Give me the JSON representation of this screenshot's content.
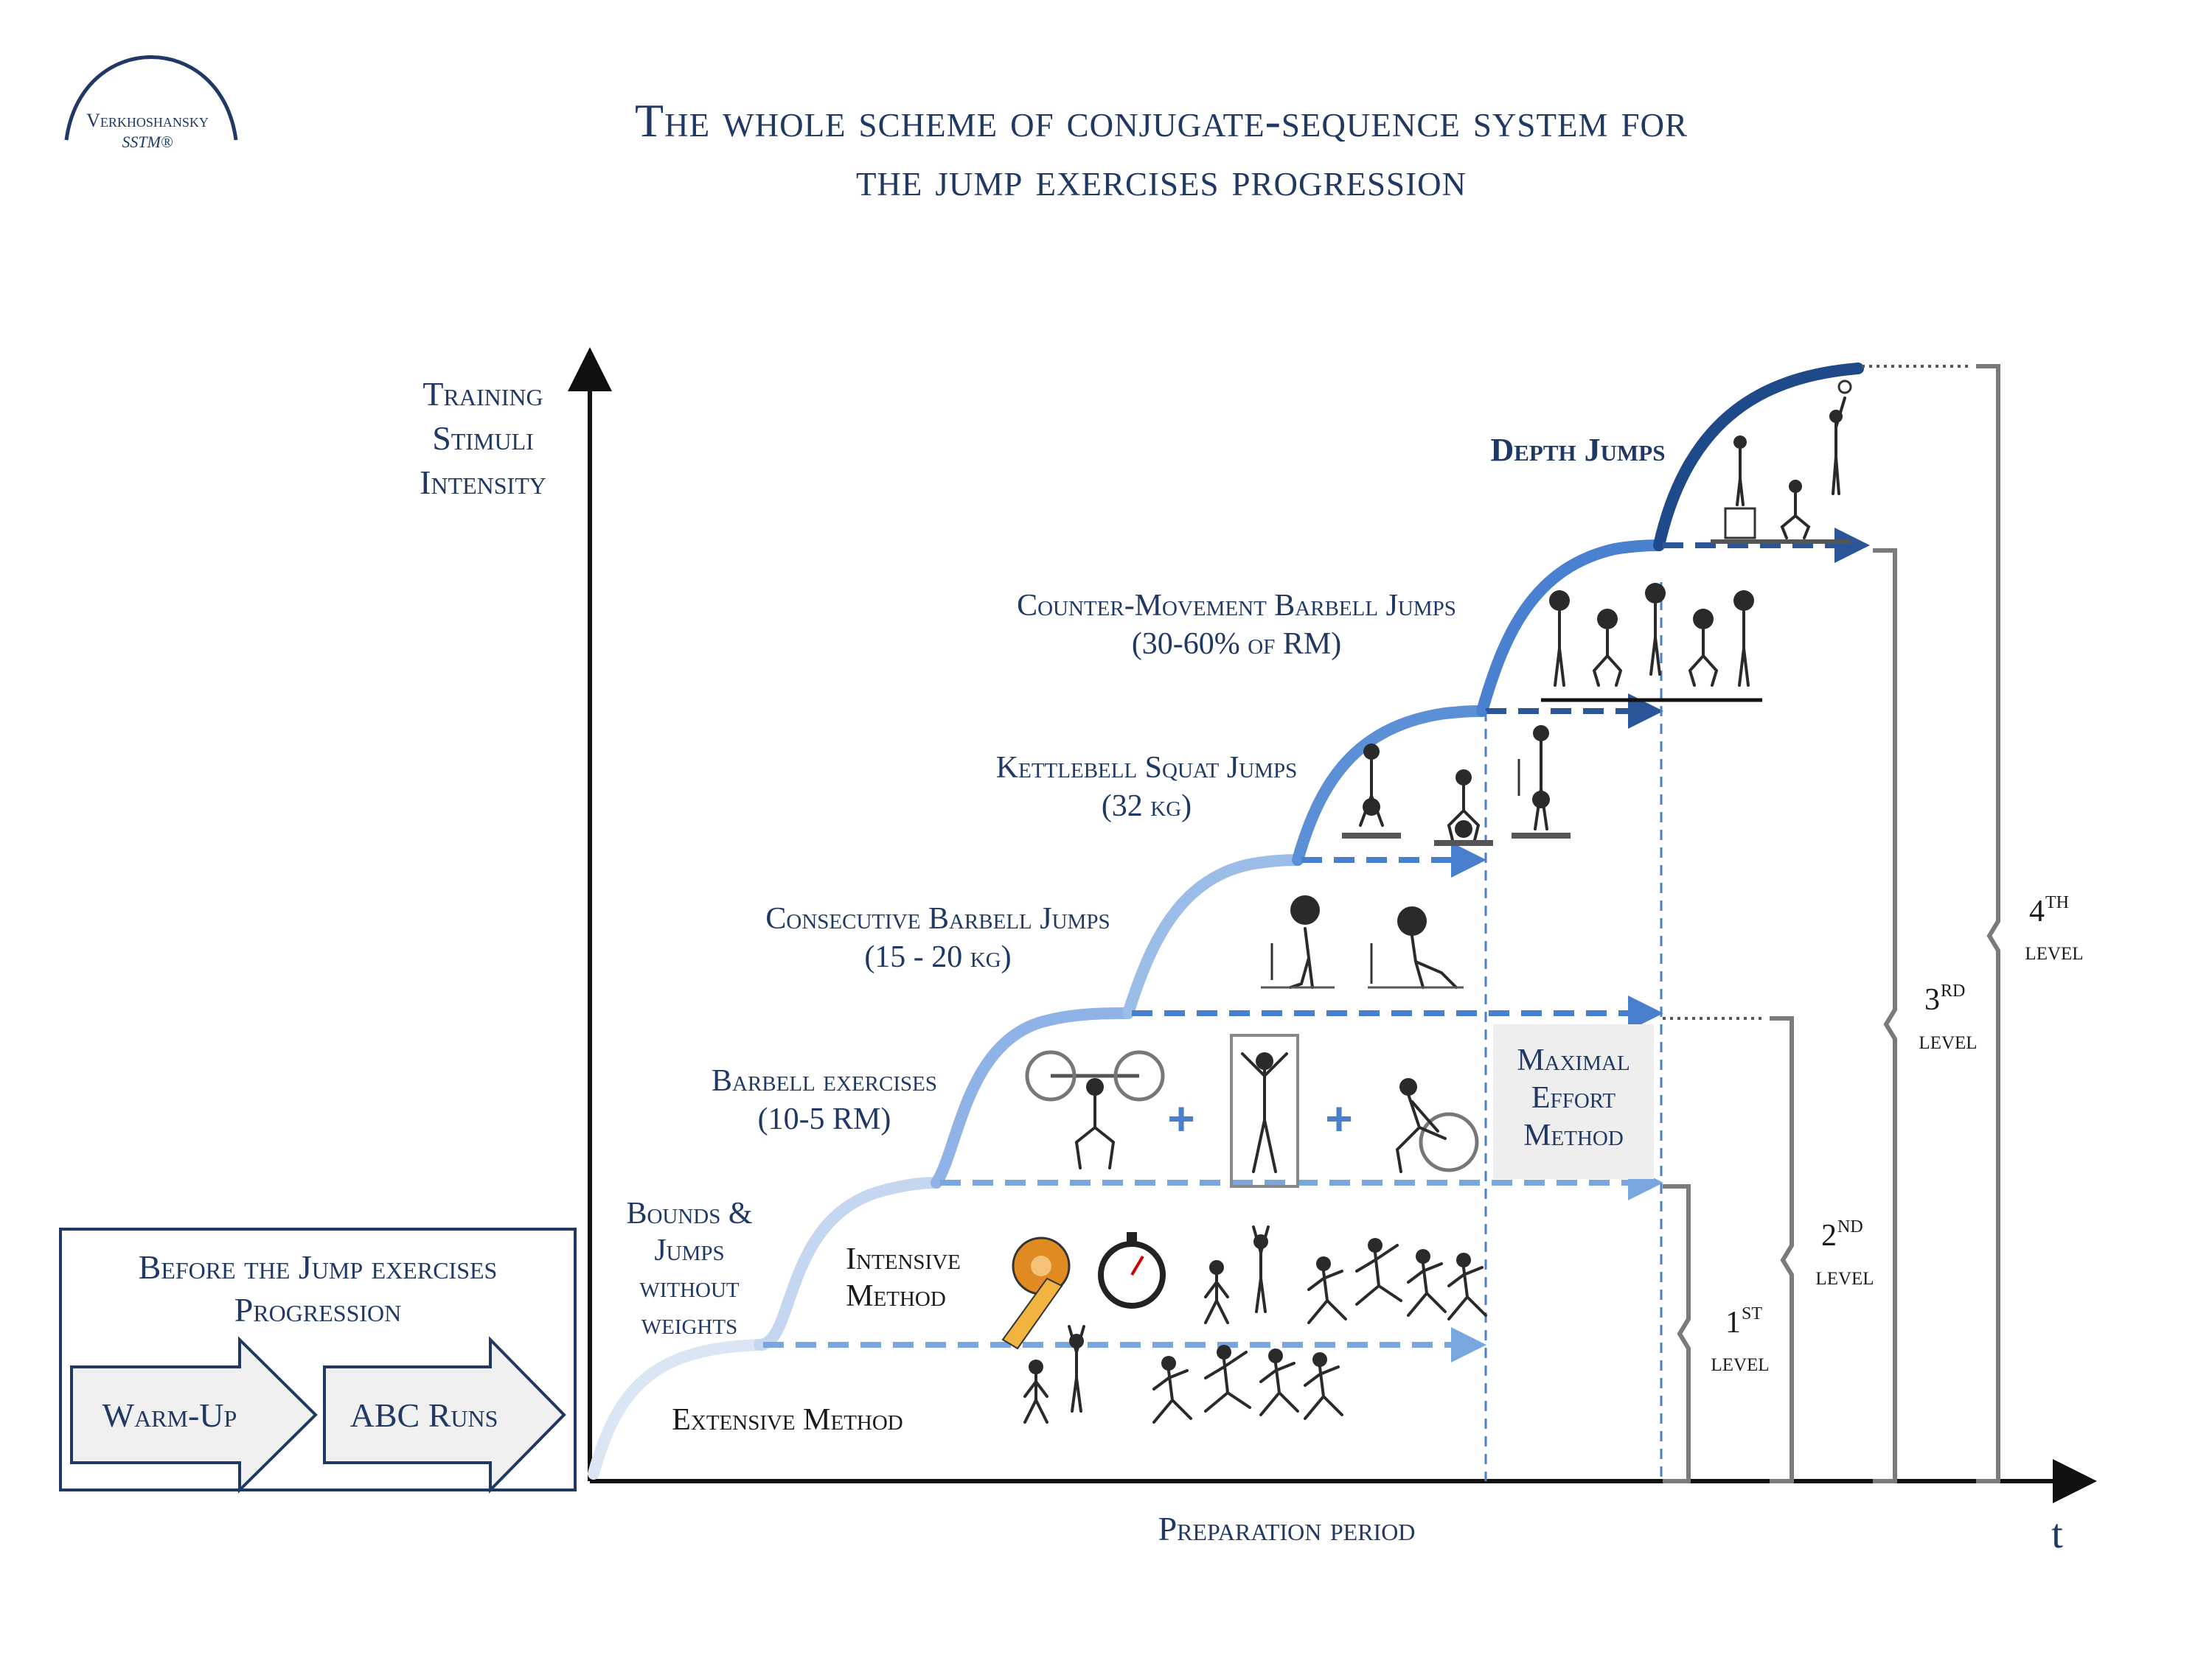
{
  "logo": {
    "line1": "Verkhoshansky",
    "line2": "SSTM®"
  },
  "title": {
    "line1": "The whole scheme of conjugate-sequence system for",
    "line2": "the jump exercises progression"
  },
  "axes": {
    "y_label": [
      "Training",
      "Stimuli",
      "Intensity"
    ],
    "x_label": "Preparation period",
    "x_symbol": "t"
  },
  "stages": {
    "extensive": "Extensive Method",
    "intensive": [
      "Intensive",
      "Method"
    ],
    "bounds": [
      "Bounds &",
      "Jumps",
      "without",
      "weights"
    ],
    "barbell": [
      "Barbell exercises",
      "(10-5 RM)"
    ],
    "consecutive": [
      "Consecutive Barbell Jumps",
      "(15 - 20 kg)"
    ],
    "kettlebell": [
      "Kettlebell Squat Jumps",
      "(32 kg)"
    ],
    "countermovement": [
      "Counter-Movement Barbell Jumps",
      "(30-60% of RM)"
    ],
    "depth": "Depth Jumps"
  },
  "plus_symbol": "+",
  "maximal_effort": [
    "Maximal",
    "Effort",
    "Method"
  ],
  "levels": [
    {
      "num": "1",
      "sup": "ST",
      "label": "level"
    },
    {
      "num": "2",
      "sup": "ND",
      "label": "level"
    },
    {
      "num": "3",
      "sup": "RD",
      "label": "level"
    },
    {
      "num": "4",
      "sup": "TH",
      "label": "level"
    }
  ],
  "before_box": {
    "title": [
      "Before the Jump exercises",
      "Progression"
    ],
    "arrows": [
      "Warm-Up",
      "ABC Runs"
    ]
  },
  "icons": [
    "tape-measure-icon",
    "stopwatch-icon"
  ],
  "colors": {
    "navy": "#1f3864",
    "step1": "#c9d9ef",
    "step2": "#9ebde8",
    "step3": "#7aa6e0",
    "step4": "#5b8fd6",
    "step5": "#4a7fcd",
    "step6": "#3a6fc0",
    "step7": "#1f4a8a",
    "dashed": "#4a7fcd",
    "bracket": "#7a7a7a"
  }
}
